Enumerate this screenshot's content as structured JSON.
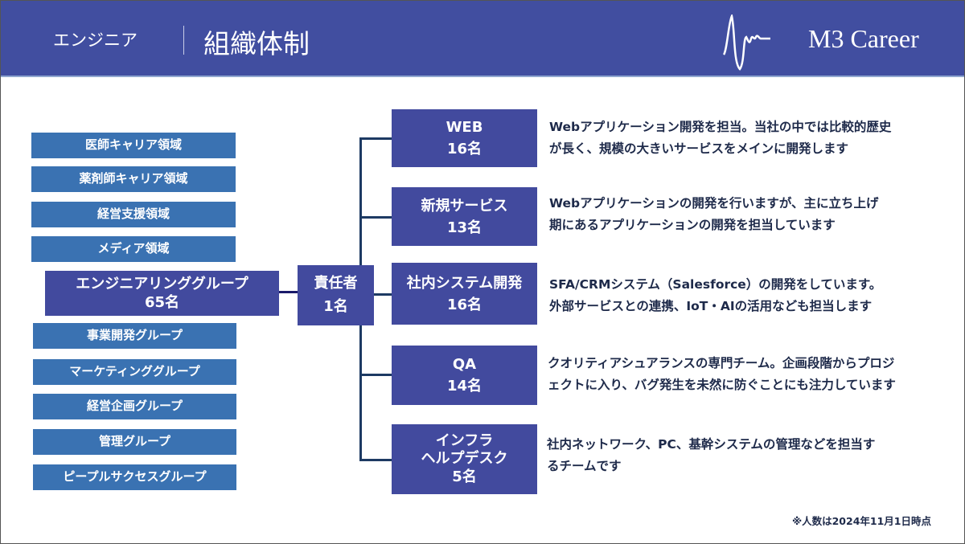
{
  "header": {
    "subtitle": "エンジニア",
    "title": "組織体制",
    "brand": "M3 Career"
  },
  "left_units": [
    "医師キャリア領域",
    "薬剤師キャリア領域",
    "経営支援領域",
    "メディア領域"
  ],
  "engineering_group": {
    "name": "エンジニアリンググループ",
    "count": "65名"
  },
  "lower_units": [
    "事業開発グループ",
    "マーケティンググループ",
    "経営企画グループ",
    "管理グループ",
    "ピープルサクセスグループ"
  ],
  "head": {
    "name": "責任者",
    "count": "1名"
  },
  "teams": [
    {
      "name": "WEB",
      "count": "16名",
      "desc": [
        "Webアプリケーション開発を担当。当社の中では比較的歴史",
        "が長く、規模の大きいサービスをメインに開発します"
      ]
    },
    {
      "name": "新規サービス",
      "count": "13名",
      "desc": [
        "Webアプリケーションの開発を行いますが、主に立ち上げ",
        "期にあるアプリケーションの開発を担当しています"
      ]
    },
    {
      "name": "社内システム開発",
      "count": "16名",
      "desc": [
        "SFA/CRMシステム（Salesforce）の開発をしています。",
        "外部サービスとの連携、IoT・AIの活用なども担当します"
      ]
    },
    {
      "name": "QA",
      "count": "14名",
      "desc": [
        "クオリティアシュアランスの専門チーム。企画段階からプロジ",
        "ェクトに入り、バグ発生を未然に防ぐことにも注力しています"
      ]
    },
    {
      "name": "インフラ",
      "name2": "ヘルプデスク",
      "count": "5名",
      "desc": [
        "社内ネットワーク、PC、基幹システムの管理などを担当す",
        "るチームです"
      ]
    }
  ],
  "note": "※人数は2024年11月1日時点",
  "colors": {
    "header": "#414ea0",
    "unit_blue": "#3a72b2",
    "group_purple": "#424a9e",
    "text": "#1e2a4a"
  }
}
